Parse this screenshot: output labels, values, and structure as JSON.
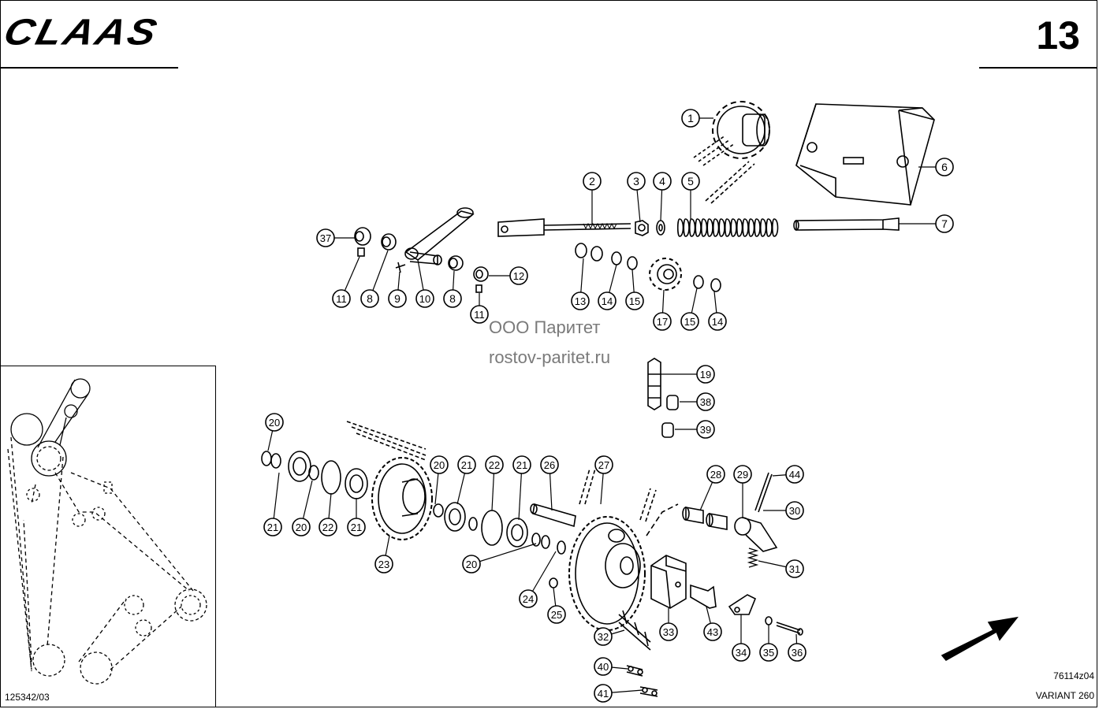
{
  "header": {
    "brand": "CLAAS",
    "page_number": "13"
  },
  "footer": {
    "left_code": "125342/03",
    "drawing_code": "76114z04",
    "model": "VARIANT 260"
  },
  "watermark": {
    "line1": "ООО Паритет",
    "line2": "rostov-paritet.ru"
  },
  "callouts": [
    {
      "label": "1"
    },
    {
      "label": "2"
    },
    {
      "label": "3"
    },
    {
      "label": "4"
    },
    {
      "label": "5"
    },
    {
      "label": "6"
    },
    {
      "label": "7"
    },
    {
      "label": "37"
    },
    {
      "label": "11"
    },
    {
      "label": "8"
    },
    {
      "label": "9"
    },
    {
      "label": "10"
    },
    {
      "label": "8"
    },
    {
      "label": "12"
    },
    {
      "label": "11"
    },
    {
      "label": "13"
    },
    {
      "label": "14"
    },
    {
      "label": "15"
    },
    {
      "label": "17"
    },
    {
      "label": "15"
    },
    {
      "label": "14"
    },
    {
      "label": "19"
    },
    {
      "label": "38"
    },
    {
      "label": "39"
    },
    {
      "label": "20"
    },
    {
      "label": "21"
    },
    {
      "label": "20"
    },
    {
      "label": "22"
    },
    {
      "label": "21"
    },
    {
      "label": "23"
    },
    {
      "label": "20"
    },
    {
      "label": "21"
    },
    {
      "label": "22"
    },
    {
      "label": "21"
    },
    {
      "label": "26"
    },
    {
      "label": "27"
    },
    {
      "label": "20"
    },
    {
      "label": "24"
    },
    {
      "label": "25"
    },
    {
      "label": "28"
    },
    {
      "label": "29"
    },
    {
      "label": "44"
    },
    {
      "label": "30"
    },
    {
      "label": "31"
    },
    {
      "label": "32"
    },
    {
      "label": "33"
    },
    {
      "label": "43"
    },
    {
      "label": "34"
    },
    {
      "label": "35"
    },
    {
      "label": "36"
    },
    {
      "label": "40"
    },
    {
      "label": "41"
    }
  ]
}
